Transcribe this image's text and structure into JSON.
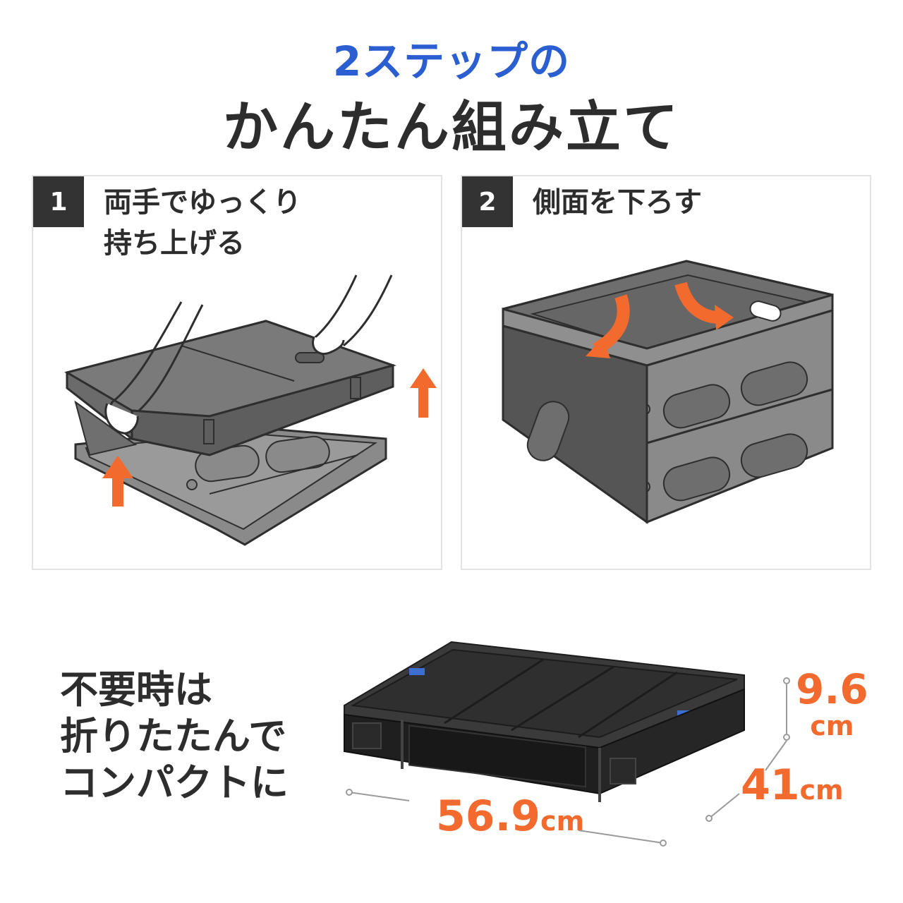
{
  "header": {
    "subtitle": "2ステップの",
    "title": "かんたん組み立て"
  },
  "steps": [
    {
      "number": "1",
      "line1": "両手でゆっくり",
      "line2": "持ち上げる"
    },
    {
      "number": "2",
      "line1": "側面を下ろす",
      "line2": ""
    }
  ],
  "folded": {
    "line1": "不要時は",
    "line2": "折りたたんで",
    "line3": "コンパクトに"
  },
  "dimensions": {
    "width_value": "56.9",
    "width_unit": "cm",
    "depth_value": "41",
    "depth_unit": "cm",
    "height_value": "9.6",
    "height_unit": "cm"
  },
  "colors": {
    "accent_blue": "#2b5fd1",
    "accent_orange": "#f26a2e",
    "text_dark": "#2d2d2d",
    "step_badge": "#333333"
  }
}
